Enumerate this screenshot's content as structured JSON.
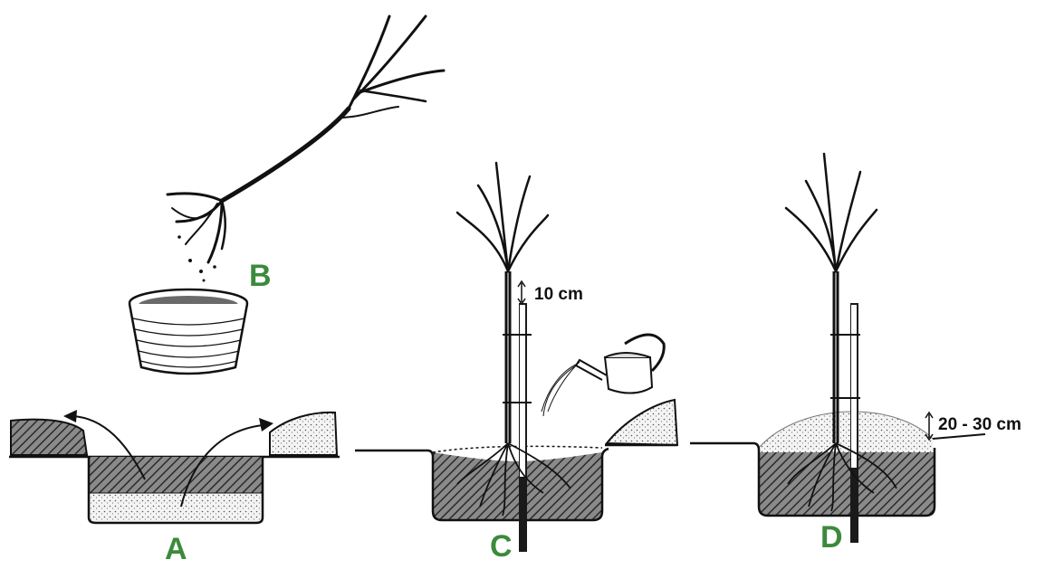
{
  "labels": {
    "step_a": "A",
    "step_b": "B",
    "step_c": "C",
    "step_d": "D"
  },
  "dimensions": {
    "stake_gap": "10 cm",
    "mound_height": "20 - 30 cm"
  },
  "colors": {
    "step_label": "#3c8a3c",
    "ink": "#1a1a1a"
  }
}
